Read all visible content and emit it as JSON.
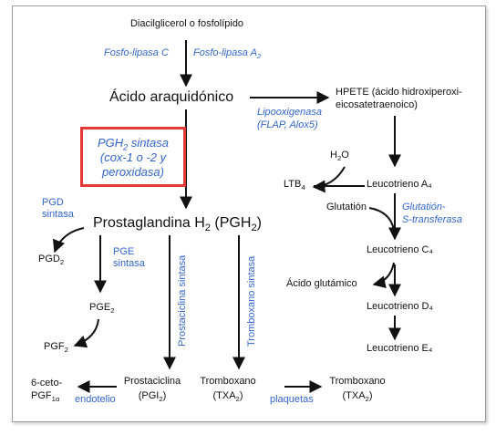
{
  "nodes": {
    "diacilglicerol": "Diacilglicerol o fosfolípido",
    "acido_araquidonico": "Ácido araquidónico",
    "hpete_1": "HPETE (ácido hidroxiperoxi-",
    "hpete_2": "eicosatetraenoico)",
    "h": "H",
    "h_sub": "2",
    "h_o": "O",
    "ltb": "LTB",
    "ltb_sub": "4",
    "leuco_a": "Leucotrieno A₄",
    "glutation": "Glutatión",
    "leuco_c": "Leucotrieno C₄",
    "acido_glutamico": "Ácido glutámico",
    "leuco_d": "Leucotrieno D₄",
    "leuco_e": "Leucotrieno E₄",
    "pg_main": "Prostaglandina H",
    "pg_sub1": "2",
    "pg_mid": " (PGH",
    "pg_sub2": "2",
    "pg_end": ")",
    "pgd": "PGD",
    "pgd_sub": "2",
    "pge": "PGE",
    "pge_sub": "2",
    "pgf": "PGF",
    "pgf_sub": "2",
    "ceto_1": "6-ceto-",
    "ceto_2": "PGF",
    "ceto_sub": "1α",
    "prostaciclina": "Prostaciclina",
    "pgi": "(PGI",
    "pgi_sub": "2",
    "pgi_end": ")",
    "tromboxano_a": "Tromboxano",
    "txa_a": "(TXA",
    "txa_a_sub": "2",
    "txa_a_end": ")",
    "tromboxano_b": "Tromboxano",
    "txa_b": "(TXA",
    "txa_b_sub": "2",
    "txa_b_end": ")"
  },
  "enzymes": {
    "fosfolipasa_c": "Fosfo-lipasa C",
    "fosfolipasa_a": "Fosfo-lipasa A",
    "fosfolipasa_a_sub": "2",
    "lipoox_1": "Lipooxigenasa",
    "lipoox_2": "(FLAP, Alox5)",
    "pgh_1": "PGH",
    "pgh_1_sub": "2",
    "pgh_1_end": " sintasa",
    "pgh_2": "(cox-1 o -2 y",
    "pgh_3": "peroxidasa)",
    "pgd_1": "PGD",
    "pgd_2": "sintasa",
    "pge_1": "PGE",
    "pge_2": "sintasa",
    "prostaciclina_sintasa": "Prostaciclina sintasa",
    "tromboxano_sintasa": "Tromboxano sintasa",
    "glut_1": "Glutatión-",
    "glut_2": "S-transferasa",
    "endotelio": "endotelio",
    "plaquetas": "plaquetas"
  },
  "colors": {
    "enzyme": "#3366cc",
    "text": "#111111",
    "highlight_box": "#e53935",
    "arrow": "#111111"
  }
}
